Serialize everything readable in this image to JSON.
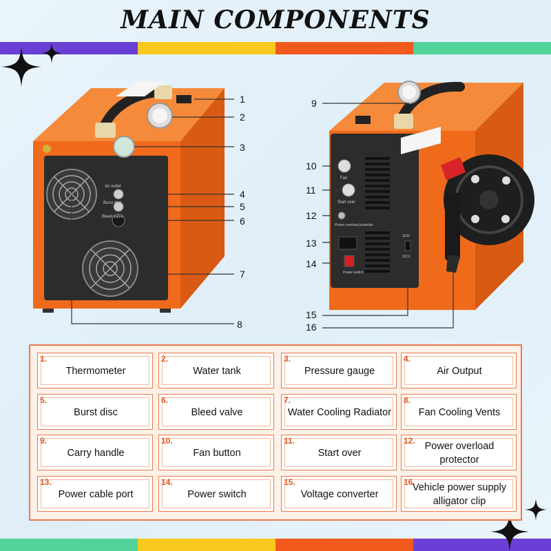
{
  "title": "MAIN COMPONENTS",
  "colors": {
    "stripe_purple": "#6a3fd6",
    "stripe_yellow": "#f7c81e",
    "stripe_orange": "#f25a1d",
    "stripe_green": "#52d39a",
    "machine_orange": "#f06a1c",
    "panel_dark": "#2c2c2c",
    "accent_border": "#e97a4a",
    "number_color": "#e2541c"
  },
  "left_device_labels": [
    "Air outlet",
    "Burst disc",
    "Bleed valve"
  ],
  "right_device_labels": [
    "Fan",
    "Start over",
    "Power overload protector",
    "110V",
    "220V",
    "Power switch"
  ],
  "callouts": [
    "1",
    "2",
    "3",
    "4",
    "5",
    "6",
    "7",
    "8",
    "9",
    "10",
    "11",
    "12",
    "13",
    "14",
    "15",
    "16"
  ],
  "components": [
    {
      "num": "1.",
      "label": "Thermometer"
    },
    {
      "num": "2.",
      "label": "Water tank"
    },
    {
      "num": "3.",
      "label": "Pressure gauge"
    },
    {
      "num": "4.",
      "label": "Air Output"
    },
    {
      "num": "5.",
      "label": "Burst disc"
    },
    {
      "num": "6.",
      "label": "Bleed valve"
    },
    {
      "num": "7.",
      "label": "Water Cooling Radiator"
    },
    {
      "num": "8.",
      "label": "Fan Cooling Vents"
    },
    {
      "num": "9.",
      "label": "Carry handle"
    },
    {
      "num": "10.",
      "label": "Fan button"
    },
    {
      "num": "11.",
      "label": "Start over"
    },
    {
      "num": "12.",
      "label": "Power overload protector"
    },
    {
      "num": "13.",
      "label": "Power cable port"
    },
    {
      "num": "14.",
      "label": "Power switch"
    },
    {
      "num": "15.",
      "label": "Voltage converter"
    },
    {
      "num": "16.",
      "label": "Vehicle power supply alligator clip"
    }
  ]
}
